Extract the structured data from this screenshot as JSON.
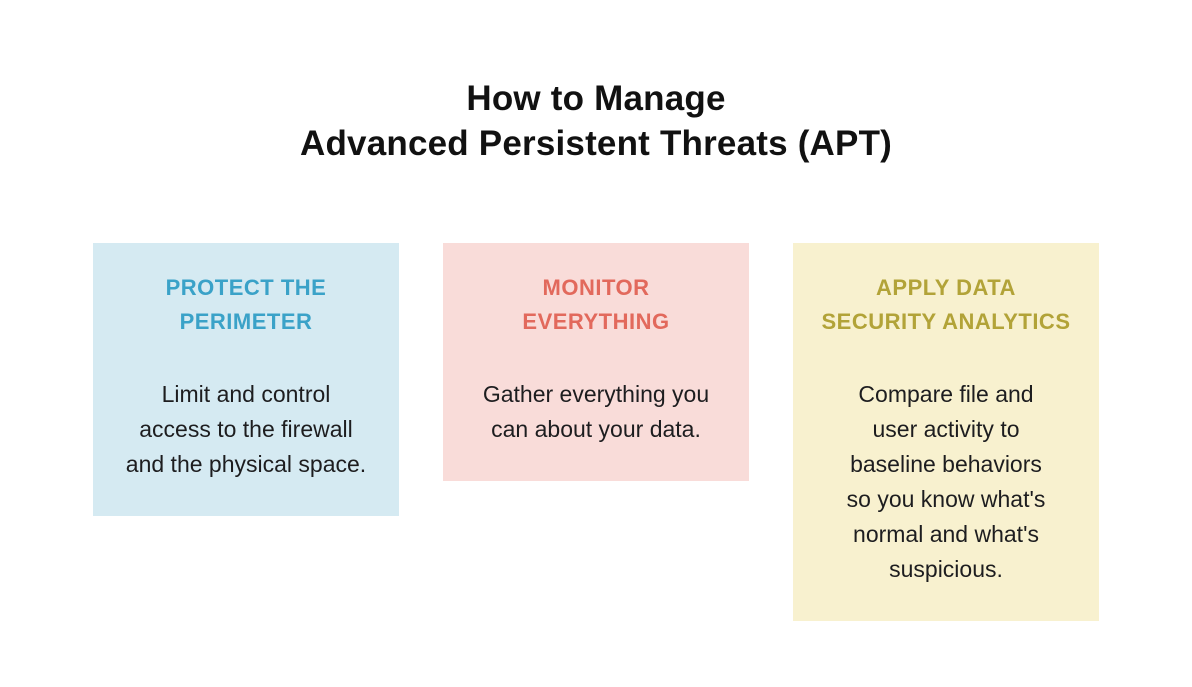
{
  "page": {
    "background_color": "#ffffff"
  },
  "title": {
    "lines": [
      "How to Manage",
      "Advanced Persistent Threats (APT)"
    ],
    "color": "#111111"
  },
  "cards": [
    {
      "id": "protect-the-perimeter",
      "heading_lines": [
        "PROTECT THE",
        "PERIMETER"
      ],
      "body_lines": [
        "Limit and control",
        "access to the firewall",
        "and the physical space."
      ],
      "background_color": "#d5eaf2",
      "heading_color": "#3aa2c8",
      "body_color": "#1d1d1f"
    },
    {
      "id": "monitor-everything",
      "heading_lines": [
        "MONITOR",
        "EVERYTHING"
      ],
      "body_lines": [
        "Gather everything you",
        "can about your data."
      ],
      "background_color": "#f9dcd9",
      "heading_color": "#e2695c",
      "body_color": "#1d1d1f"
    },
    {
      "id": "apply-data-security-analytics",
      "heading_lines": [
        "APPLY DATA",
        "SECURITY ANALYTICS"
      ],
      "body_lines": [
        "Compare file and",
        "user activity to",
        "baseline behaviors",
        "so you know what's",
        "normal and what's",
        "suspicious."
      ],
      "background_color": "#f8f1cf",
      "heading_color": "#b2a338",
      "body_color": "#1d1d1f"
    }
  ]
}
